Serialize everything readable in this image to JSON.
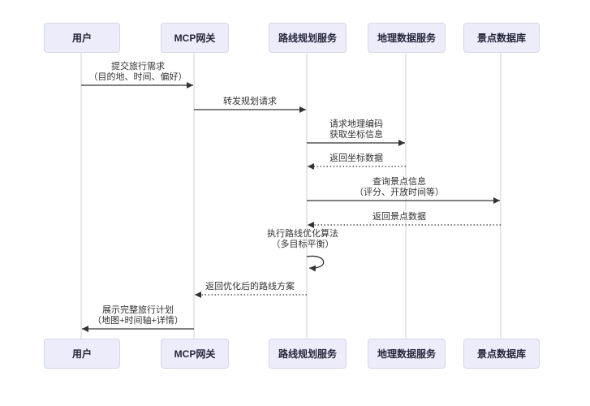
{
  "diagram": {
    "type": "sequence-diagram",
    "actors": [
      {
        "id": "user",
        "name": "用户"
      },
      {
        "id": "mcp-gateway",
        "name": "MCP网关"
      },
      {
        "id": "route-planning",
        "name": "路线规划服务"
      },
      {
        "id": "geo-data",
        "name": "地理数据服务"
      },
      {
        "id": "poi-database",
        "name": "景点数据库"
      }
    ],
    "messages": [
      {
        "from": "用户",
        "to": "MCP网关",
        "style": "solid",
        "line1": "提交旅行需求",
        "line2": "（目的地、时间、偏好）"
      },
      {
        "from": "MCP网关",
        "to": "路线规划服务",
        "style": "solid",
        "line1": "转发规划请求"
      },
      {
        "from": "路线规划服务",
        "to": "地理数据服务",
        "style": "solid",
        "line1": "请求地理编码",
        "line2": "获取坐标信息"
      },
      {
        "from": "地理数据服务",
        "to": "路线规划服务",
        "style": "dotted",
        "line1": "返回坐标数据"
      },
      {
        "from": "路线规划服务",
        "to": "景点数据库",
        "style": "solid",
        "line1": "查询景点信息",
        "line2": "（评分、开放时间等）"
      },
      {
        "from": "景点数据库",
        "to": "路线规划服务",
        "style": "dotted",
        "line1": "返回景点数据"
      },
      {
        "from": "路线规划服务",
        "to": "路线规划服务",
        "style": "self-loop",
        "line1": "执行路线优化算法",
        "line2": "（多目标平衡）"
      },
      {
        "from": "路线规划服务",
        "to": "MCP网关",
        "style": "dotted",
        "line1": "返回优化后的路线方案"
      },
      {
        "from": "MCP网关",
        "to": "用户",
        "style": "solid",
        "line1": "展示完整旅行计划",
        "line2": "（地图+时间轴+详情）"
      }
    ],
    "colors": {
      "background": "#ffffff",
      "actor_fill": "#ececfb",
      "actor_border": "#d6d6e7",
      "lifeline": "#ccccdd",
      "arrow": "#333333",
      "text": "#333333"
    }
  }
}
